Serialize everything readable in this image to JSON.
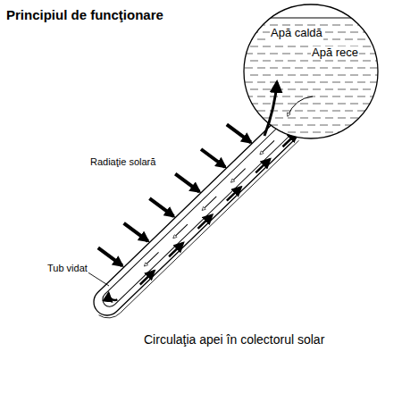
{
  "diagram": {
    "title": "Principiul de funcţionare",
    "caption": "Circulaţia apei în colectorul solar",
    "nodes": [
      {
        "text": [
          "Apă caldă",
          "Apă rece"
        ]
      }
    ],
    "labels": [
      "Radiaţie solară",
      "Tub vidat"
    ]
  }
}
